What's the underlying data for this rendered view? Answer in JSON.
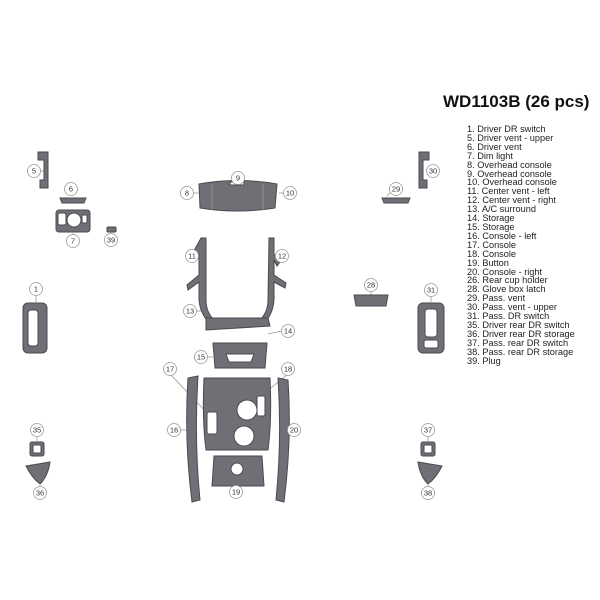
{
  "header": {
    "title": "WD1103B (26 pcs)"
  },
  "legend": [
    "1. Driver DR switch",
    "5. Driver vent - upper",
    "6. Driver vent",
    "7. Dim light",
    "8. Overhead console",
    "9. Overhead console",
    "10. Overhead console",
    "11. Center vent - left",
    "12. Center vent - right",
    "13. A/C surround",
    "14. Storage",
    "15. Storage",
    "16. Console - left",
    "17. Console",
    "18. Console",
    "19. Button",
    "20. Console - right",
    "26. Rear cup holder",
    "28. Glove box latch",
    "29. Pass. vent",
    "30. Pass. vent - upper",
    "31. Pass. DR switch",
    "35. Driver rear DR switch",
    "36. Driver rear DR storage",
    "37. Pass. rear DR switch",
    "38. Pass. rear DR storage",
    "39. Plug"
  ],
  "callouts": [
    "5",
    "6",
    "7",
    "39",
    "8",
    "9",
    "10",
    "11",
    "12",
    "13",
    "14",
    "15",
    "16",
    "17",
    "18",
    "19",
    "20",
    "1",
    "28",
    "29",
    "30",
    "31",
    "35",
    "36",
    "37",
    "38"
  ],
  "colors": {
    "piece": "#6f6f75",
    "callout_stroke": "#9a9a9a"
  }
}
